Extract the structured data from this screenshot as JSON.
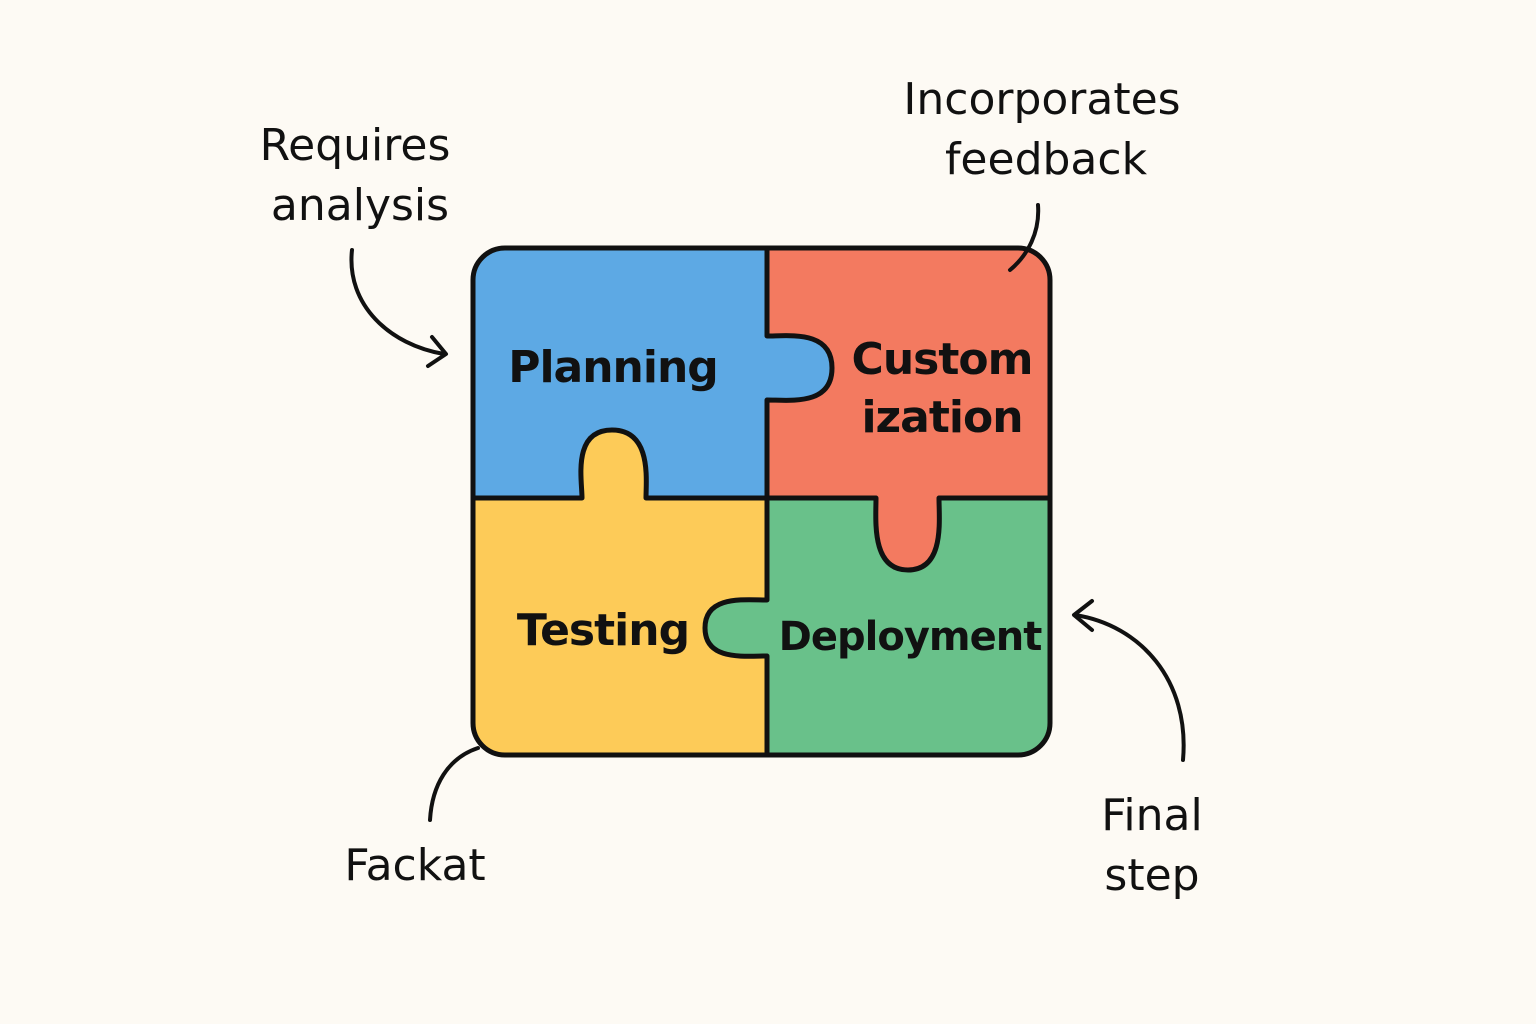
{
  "pieces": {
    "planning": {
      "label": "Planning",
      "color": "#5da9e4"
    },
    "customization": {
      "label_line1": "Custom",
      "label_line2": "ization",
      "color": "#f37a60"
    },
    "testing": {
      "label": "Testing",
      "color": "#fdcb58"
    },
    "deployment": {
      "label": "Deployment",
      "color": "#69c18a"
    }
  },
  "callouts": {
    "top_left": {
      "line1": "Requires",
      "line2": "analysis"
    },
    "top_right": {
      "line1": "Incorporates",
      "line2": "feedback"
    },
    "bottom_left": {
      "line1": "Fackat"
    },
    "bottom_right": {
      "line1": "Final",
      "line2": "step"
    }
  },
  "colors": {
    "background": "#fdfaf4",
    "outline": "#111111"
  }
}
